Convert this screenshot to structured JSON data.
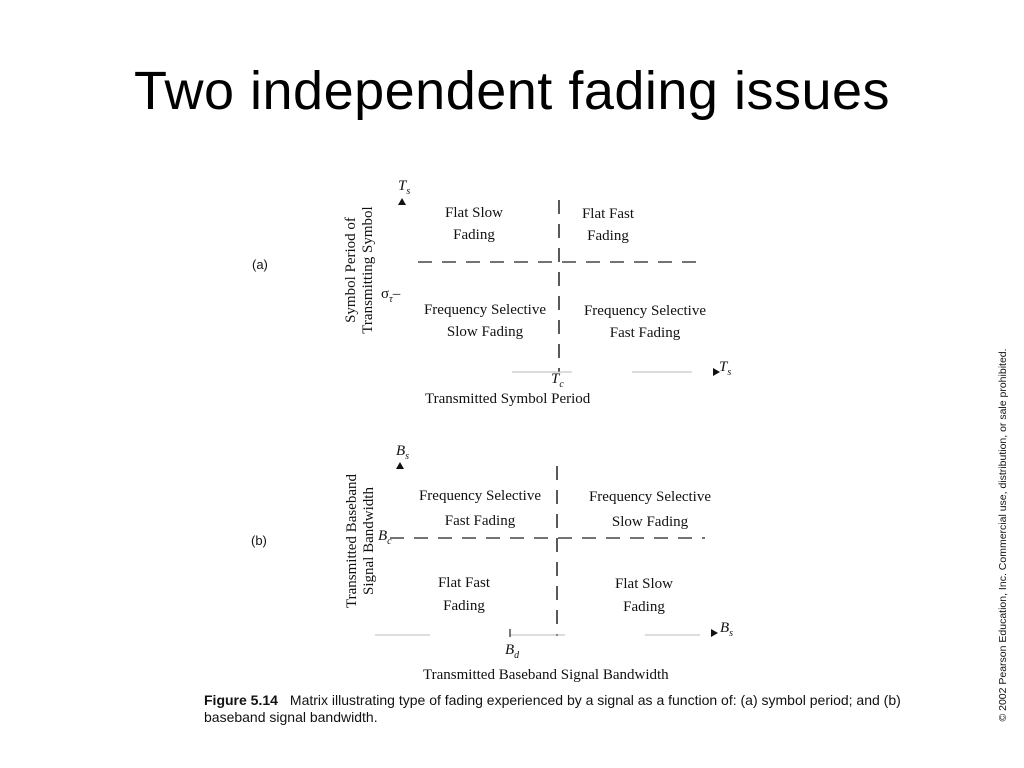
{
  "slide": {
    "title": "Two independent fading issues",
    "copyright": "© 2002 Pearson Education, Inc. Commercial use, distribution, or sale prohibited."
  },
  "panel_a": {
    "label": "(a)",
    "y_axis_label_line1": "Symbol Period of",
    "y_axis_label_line2": "Transmitting Symbol",
    "y_axis_symbol": "T",
    "y_axis_symbol_sub": "s",
    "threshold_y": "σ",
    "threshold_y_sub": "τ",
    "threshold_x": "T",
    "threshold_x_sub": "c",
    "x_axis_symbol": "T",
    "x_axis_symbol_sub": "s",
    "x_axis_label": "Transmitted Symbol Period",
    "cells": {
      "top_left": [
        "Flat Slow",
        "Fading"
      ],
      "top_right": [
        "Flat Fast",
        "Fading"
      ],
      "bottom_left": [
        "Frequency Selective",
        "Slow Fading"
      ],
      "bottom_right": [
        "Frequency Selective",
        "Fast Fading"
      ]
    }
  },
  "panel_b": {
    "label": "(b)",
    "y_axis_label_line1": "Transmitted Baseband",
    "y_axis_label_line2": "Signal Bandwidth",
    "y_axis_symbol": "B",
    "y_axis_symbol_sub": "s",
    "threshold_y": "B",
    "threshold_y_sub": "c",
    "threshold_x": "B",
    "threshold_x_sub": "d",
    "x_axis_symbol": "B",
    "x_axis_symbol_sub": "s",
    "x_axis_label": "Transmitted Baseband Signal Bandwidth",
    "cells": {
      "top_left": [
        "Frequency Selective",
        "Fast Fading"
      ],
      "top_right": [
        "Frequency Selective",
        "Slow Fading"
      ],
      "bottom_left": [
        "Flat Fast",
        "Fading"
      ],
      "bottom_right": [
        "Flat Slow",
        "Fading"
      ]
    }
  },
  "caption": {
    "figure_label": "Figure 5.14",
    "text": "Matrix illustrating type of fading experienced by a signal as a function of: (a) symbol period; and (b) baseband signal bandwidth."
  }
}
